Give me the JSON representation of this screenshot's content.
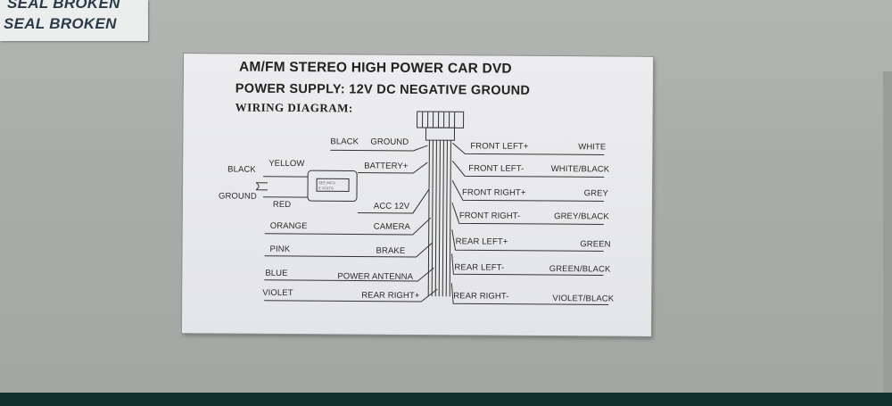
{
  "seal_sticker": {
    "lines": [
      "SEAL BROKEN",
      "SEAL BROKEN"
    ]
  },
  "label": {
    "title": "AM/FM STEREO HIGH POWER CAR DVD",
    "power_supply": "POWER SUPPLY: 12V DC NEGATIVE GROUND",
    "wiring_heading": "WIRING DIAGRAM:",
    "left_wires": [
      {
        "color": "BLACK",
        "function": "GROUND"
      },
      {
        "color": "YELLOW",
        "function": "BATTERY+"
      },
      {
        "color": "RED",
        "function": "ACC 12V"
      },
      {
        "color": "ORANGE",
        "function": "CAMERA"
      },
      {
        "color": "PINK",
        "function": "BRAKE"
      },
      {
        "color": "BLUE",
        "function": "POWER ANTENNA"
      },
      {
        "color": "VIOLET",
        "function": "REAR RIGHT+"
      }
    ],
    "fuse_side_labels": [
      "BLACK",
      "GROUND"
    ],
    "right_wires": [
      {
        "function": "FRONT LEFT+",
        "color": "WHITE"
      },
      {
        "function": "FRONT LEFT-",
        "color": "WHITE/BLACK"
      },
      {
        "function": "FRONT RIGHT+",
        "color": "GREY"
      },
      {
        "function": "FRONT RIGHT-",
        "color": "GREY/BLACK"
      },
      {
        "function": "REAR LEFT+",
        "color": "GREEN"
      },
      {
        "function": "REAR LEFT-",
        "color": "GREEN/BLACK"
      },
      {
        "function": "REAR RIGHT-",
        "color": "VIOLET/BLACK"
      }
    ]
  },
  "colors": {
    "panel": "#a8aba8",
    "label_bg": "#e8e9ec",
    "ink": "#222222",
    "sticker_text": "#2a3a4a",
    "bottom_strip": "#10302c"
  }
}
